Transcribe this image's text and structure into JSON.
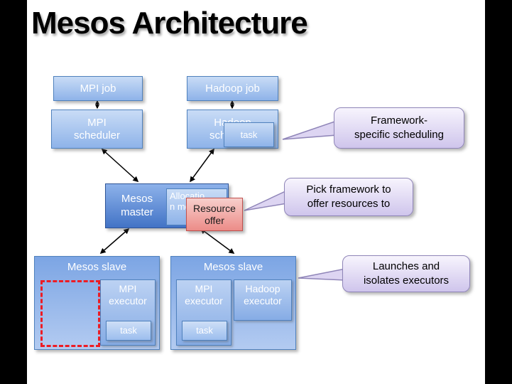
{
  "title": "Mesos Architecture",
  "nodes": {
    "mpi_job": {
      "label": "MPI job"
    },
    "hadoop_job": {
      "label": "Hadoop job"
    },
    "mpi_scheduler": {
      "lines": [
        "MPI",
        "scheduler"
      ]
    },
    "hadoop_scheduler": {
      "lines": [
        "Hadoop",
        "scheduler"
      ]
    },
    "scheduler_task": {
      "label": "task"
    },
    "mesos_master": {
      "lines": [
        "Mesos",
        "master"
      ]
    },
    "allocation_module": {
      "label": "Allocation module"
    },
    "resource_offer": {
      "lines": [
        "Resource",
        "offer"
      ]
    },
    "slave_left": {
      "title": "Mesos slave",
      "mpi_executor": {
        "lines": [
          "MPI",
          "executor"
        ]
      },
      "task": {
        "label": "task"
      }
    },
    "slave_right": {
      "title": "Mesos slave",
      "mpi_executor": {
        "lines": [
          "MPI",
          "executor"
        ]
      },
      "task": {
        "label": "task"
      },
      "hadoop_executor": {
        "lines": [
          "Hadoop",
          "executor"
        ]
      }
    }
  },
  "callouts": {
    "framework_specific": {
      "lines": [
        "Framework-",
        "specific scheduling"
      ]
    },
    "pick_framework": {
      "lines": [
        "Pick framework to",
        "offer resources to"
      ]
    },
    "launches_isolates": {
      "lines": [
        "Launches and",
        "isolates executors"
      ]
    }
  },
  "colors": {
    "background_bars": "#000000",
    "slide_background": "#ffffff",
    "box_border": "#4f81bd",
    "box_fill_top": "#c9dcf6",
    "box_fill_bottom": "#8eb3e9",
    "master_fill_bottom": "#4273c6",
    "box_text": "#ffffff",
    "offer_border": "#c0504d",
    "offer_fill_top": "#f7cfcc",
    "offer_fill_bottom": "#ec8c88",
    "callout_border": "#8f85b8",
    "callout_fill_bottom": "#cfc5ec",
    "dashed_outline": "#ed1c24",
    "arrow": "#000000"
  }
}
